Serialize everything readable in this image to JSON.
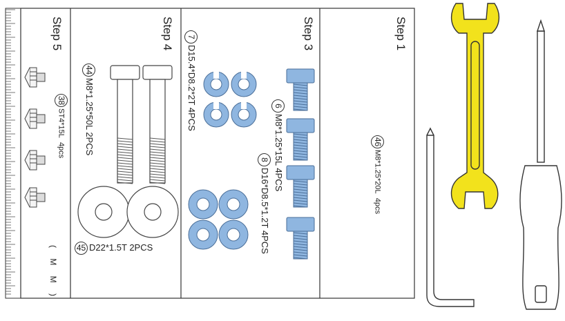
{
  "panels": {
    "step1": {
      "title": "Step 1",
      "part": {
        "number": "46",
        "spec": "M8*1.25*20L",
        "qty": "4pcs"
      }
    },
    "step3": {
      "title": "Step 3",
      "parts": [
        {
          "number": "6",
          "spec": "M8*1.25*15L",
          "qty": "4PCS"
        },
        {
          "number": "8",
          "spec": "D16*D8.5*1.2T",
          "qty": "4PCS"
        },
        {
          "number": "7",
          "spec": "D15.4*D8.2*2T",
          "qty": "4PCS"
        }
      ]
    },
    "step4": {
      "title": "Step 4",
      "parts": [
        {
          "number": "44",
          "spec": "M8*1.25*50L",
          "qty": "2PCS"
        },
        {
          "number": "45",
          "spec": "D22*1.5T",
          "qty": "2PCS"
        }
      ]
    },
    "step5": {
      "title": "Step 5",
      "part": {
        "number": "38",
        "spec": "ST4*15L",
        "qty": "4pcs"
      },
      "unit": "( M M )"
    }
  },
  "tools": [
    {
      "name": "open-end wrench",
      "icon": "wrench-icon",
      "color": "#f2e21c"
    },
    {
      "name": "hex key",
      "icon": "hex-key-icon"
    },
    {
      "name": "phillips screwdriver",
      "icon": "screwdriver-icon"
    }
  ],
  "colors": {
    "washer": "#8fb6e0",
    "bolt_blue": "#8fb6e0",
    "wrench": "#f2e21c",
    "outline": "#333333"
  }
}
